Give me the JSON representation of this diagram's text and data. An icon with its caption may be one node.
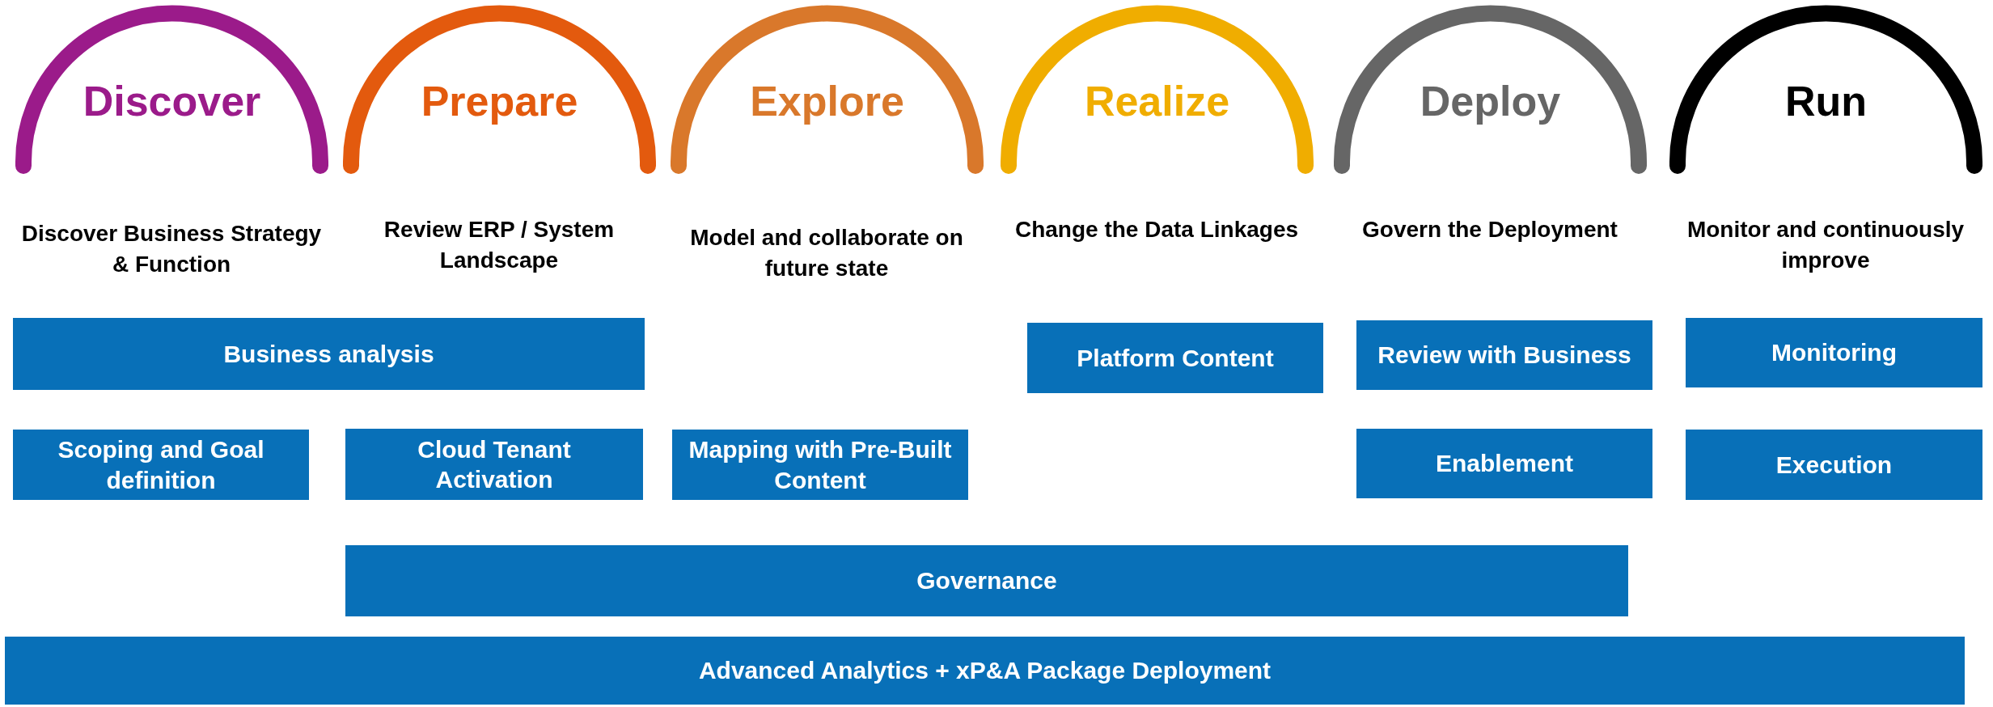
{
  "diagram": {
    "nodes": [
      {
        "text": [
          "Discover"
        ]
      },
      {
        "text": [
          "Prepare"
        ]
      },
      {
        "text": [
          "Explore"
        ]
      },
      {
        "text": [
          "Realize"
        ]
      },
      {
        "text": [
          "Deploy"
        ]
      },
      {
        "text": [
          "Run"
        ]
      },
      {
        "text": [
          "Business analysis"
        ]
      },
      {
        "text": [
          "Platform Content"
        ]
      },
      {
        "text": [
          "Review with Business"
        ]
      },
      {
        "text": [
          "Monitoring"
        ]
      },
      {
        "text": [
          "Scoping and Goal definition"
        ]
      },
      {
        "text": [
          "Cloud Tenant Activation"
        ]
      },
      {
        "text": [
          "Mapping with Pre-Built Content"
        ]
      },
      {
        "text": [
          "Enablement"
        ]
      },
      {
        "text": [
          "Execution"
        ]
      },
      {
        "text": [
          "Governance"
        ]
      },
      {
        "text": [
          "Advanced Analytics + xP&A Package Deployment"
        ]
      }
    ],
    "edges": [],
    "labels": [
      "Discover Business Strategy & Function",
      "Review ERP / System Landscape",
      "Model and collaborate on future state",
      "Change the Data Linkages",
      "Govern the Deployment",
      "Monitor and continuously improve"
    ]
  }
}
